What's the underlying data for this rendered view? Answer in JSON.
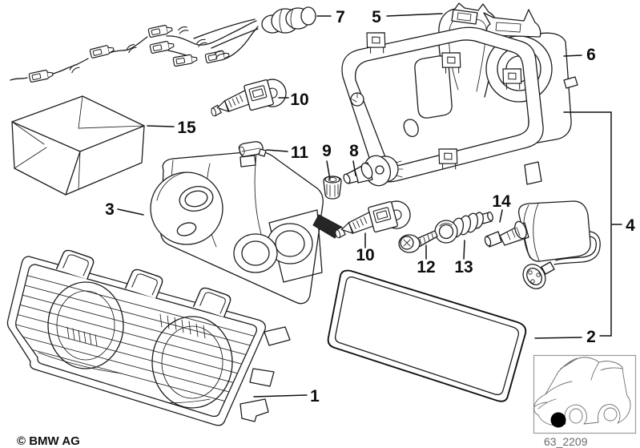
{
  "diagram": {
    "copyright": "© BMW AG",
    "image_code": "63_2209",
    "callouts": {
      "p1": "1",
      "p2": "2",
      "p3": "3",
      "p4": "4",
      "p5": "5",
      "p6": "6",
      "p7": "7",
      "p8": "8",
      "p9": "9",
      "p10_top": "10",
      "p10_bottom": "10",
      "p11": "11",
      "p12": "12",
      "p13": "13",
      "p14": "14",
      "p15": "15"
    }
  }
}
